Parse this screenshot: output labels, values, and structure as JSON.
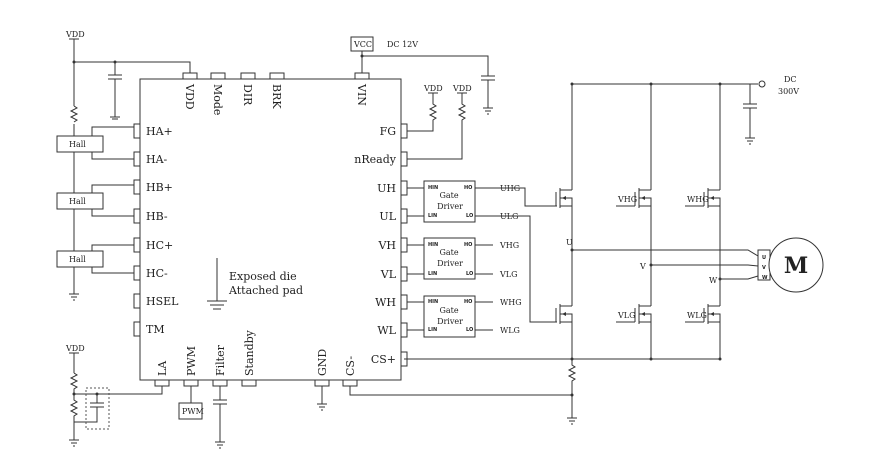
{
  "chip": {
    "top_pins": [
      "VDD",
      "Mode",
      "DIR",
      "BRK",
      "VIN"
    ],
    "left_pins": [
      "HA+",
      "HA-",
      "HB+",
      "HB-",
      "HC+",
      "HC-",
      "HSEL",
      "TM"
    ],
    "right_pins": [
      "FG",
      "nReady",
      "UH",
      "UL",
      "VH",
      "VL",
      "WH",
      "WL",
      "CS+"
    ],
    "bottom_pins": [
      "LA",
      "PWM",
      "Filter",
      "Standby",
      "GND",
      "CS-"
    ],
    "exposed_pad": [
      "Exposed die",
      "Attached pad"
    ]
  },
  "power": {
    "vdd": "VDD",
    "vcc": "VCC",
    "dc12": "DC 12V",
    "dc300": [
      "DC",
      "300V"
    ]
  },
  "hall_label": "Hall",
  "pwm_box": "PWM",
  "gate_driver": {
    "title": [
      "Gate",
      "Driver"
    ],
    "pins": {
      "hin": "HIN",
      "ho": "HO",
      "lin": "LIN",
      "lo": "LO"
    }
  },
  "gate_signals": [
    "UHG",
    "ULG",
    "VHG",
    "VLG",
    "WHG",
    "WLG"
  ],
  "phases": [
    "U",
    "V",
    "W"
  ],
  "motor": {
    "label": "M",
    "terminals": [
      "U",
      "V",
      "W"
    ]
  }
}
